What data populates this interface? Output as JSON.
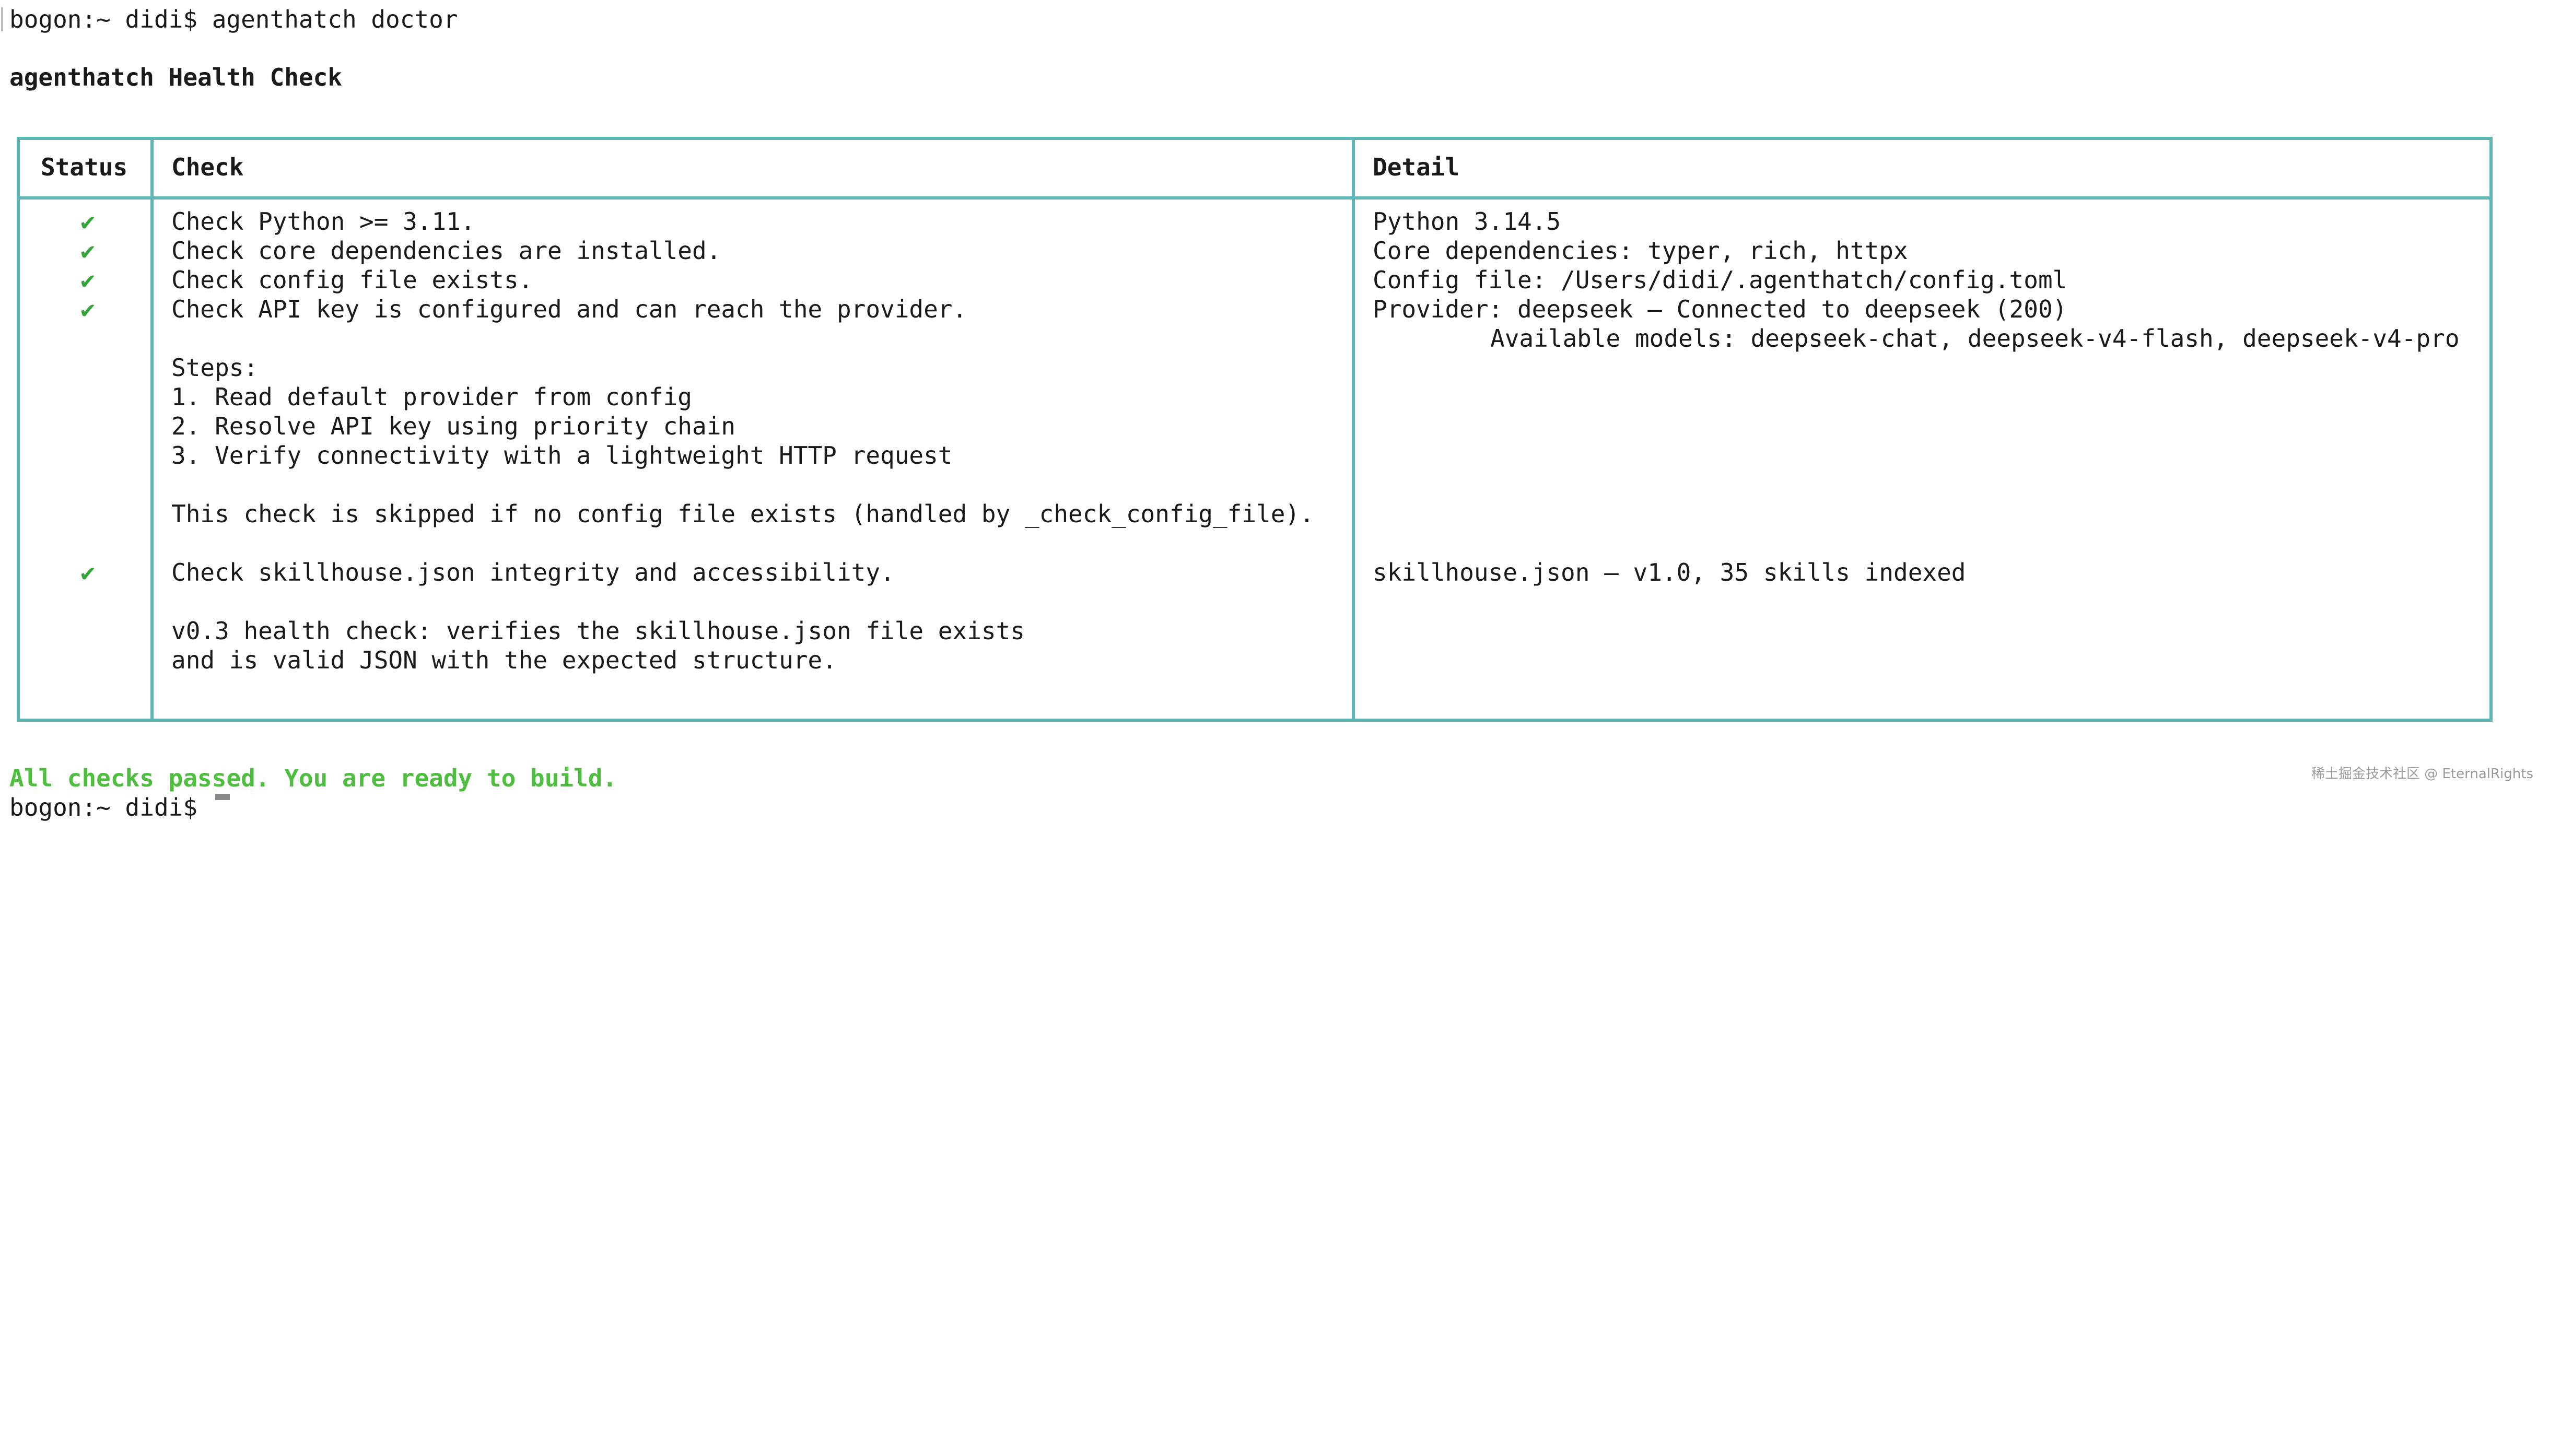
{
  "terminal": {
    "prompt_line": "bogon:~ didi$ agenthatch doctor",
    "title": "agenthatch Health Check",
    "table": {
      "headers": {
        "status": "Status",
        "check": "Check",
        "detail": "Detail"
      },
      "rows": [
        {
          "status": "✔",
          "check_lines": [
            "Check Python >= 3.11."
          ],
          "detail_lines": [
            "Python 3.14.5"
          ]
        },
        {
          "status": "✔",
          "check_lines": [
            "Check core dependencies are installed."
          ],
          "detail_lines": [
            "Core dependencies: typer, rich, httpx"
          ]
        },
        {
          "status": "✔",
          "check_lines": [
            "Check config file exists."
          ],
          "detail_lines": [
            "Config file: /Users/didi/.agenthatch/config.toml"
          ]
        },
        {
          "status": "✔",
          "check_lines": [
            "Check API key is configured and can reach the provider.",
            "",
            "Steps:",
            "1. Read default provider from config",
            "2. Resolve API key using priority chain",
            "3. Verify connectivity with a lightweight HTTP request",
            "",
            "This check is skipped if no config file exists (handled by _check_config_file)."
          ],
          "detail_lines": [
            "Provider: deepseek — Connected to deepseek (200)",
            "Available models: deepseek-chat, deepseek-v4-flash, deepseek-v4-pro"
          ]
        },
        {
          "status": "✔",
          "check_lines": [
            "Check skillhouse.json integrity and accessibility.",
            "",
            "v0.3 health check: verifies the skillhouse.json file exists",
            "and is valid JSON with the expected structure."
          ],
          "detail_lines": [
            "skillhouse.json — v1.0, 35 skills indexed"
          ]
        }
      ]
    },
    "result": "All checks passed. You are ready to build.",
    "next_prompt": "bogon:~ didi$",
    "watermark": "稀土掘金技术社区 @ EternalRights"
  },
  "colors": {
    "border": "#5fb6b6",
    "tick": "#33a33a",
    "success": "#4ebe3e"
  }
}
